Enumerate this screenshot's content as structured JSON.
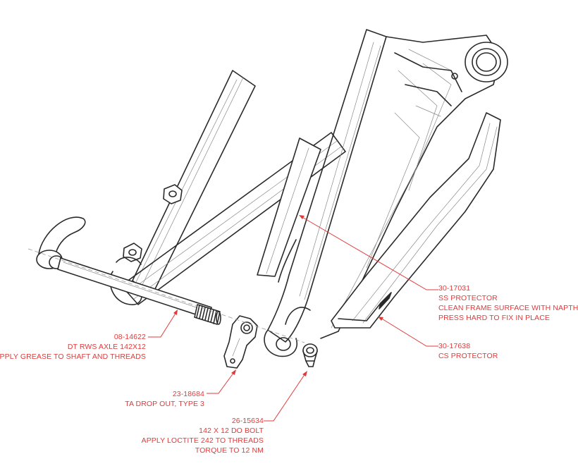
{
  "callouts": {
    "ss_protector": {
      "part_number": "30-17031",
      "lines": [
        "SS PROTECTOR",
        "CLEAN FRAME SURFACE WITH NAPTHA",
        "PRESS HARD TO FIX IN PLACE"
      ]
    },
    "cs_protector": {
      "part_number": "30-17638",
      "lines": [
        "CS PROTECTOR"
      ]
    },
    "axle": {
      "part_number": "08-14622",
      "lines": [
        "DT RWS AXLE 142X12",
        "APPLY GREASE TO SHAFT AND THREADS"
      ]
    },
    "drop_out": {
      "part_number": "23-18684",
      "lines": [
        "TA DROP OUT, TYPE 3"
      ]
    },
    "bolt": {
      "part_number": "26-15634",
      "lines": [
        "142 X 12 DO BOLT",
        "APPLY LOCTITE 242 TO THREADS",
        "TORQUE TO 12 NM"
      ]
    }
  },
  "colors": {
    "callout": "#e03b3b",
    "line_art": "#2a2a2a"
  }
}
